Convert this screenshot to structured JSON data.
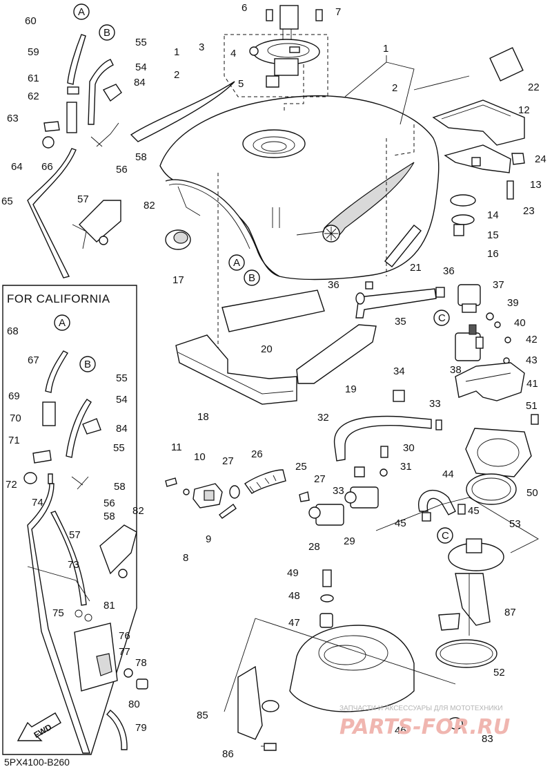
{
  "diagram": {
    "inset_title": "FOR CALIFORNIA",
    "diagram_code": "5PX4100-B260",
    "fwd_label": "FWD",
    "watermark_text": "ЗАПЧАСТИ И АКСЕССУАРЫ ДЛЯ МОТОТЕХНИКИ",
    "watermark_logo": "PARTS-FOR.RU",
    "callout_letters": [
      "A",
      "B",
      "C"
    ],
    "part_numbers": [
      "1",
      "2",
      "3",
      "4",
      "5",
      "6",
      "7",
      "8",
      "9",
      "10",
      "11",
      "12",
      "13",
      "14",
      "15",
      "16",
      "17",
      "18",
      "19",
      "20",
      "21",
      "22",
      "23",
      "24",
      "25",
      "26",
      "27",
      "28",
      "29",
      "30",
      "31",
      "32",
      "33",
      "34",
      "35",
      "36",
      "37",
      "38",
      "39",
      "40",
      "41",
      "42",
      "43",
      "44",
      "45",
      "46",
      "47",
      "48",
      "49",
      "50",
      "51",
      "52",
      "53",
      "54",
      "55",
      "56",
      "57",
      "58",
      "59",
      "60",
      "61",
      "62",
      "63",
      "64",
      "65",
      "66",
      "67",
      "68",
      "69",
      "70",
      "71",
      "72",
      "73",
      "74",
      "75",
      "76",
      "77",
      "78",
      "79",
      "80",
      "81",
      "82",
      "83",
      "84",
      "85",
      "86",
      "87"
    ],
    "icons": [
      "fuel-tank",
      "fuel-pump",
      "fuel-cock",
      "canister",
      "hose",
      "bolt",
      "clamp"
    ]
  }
}
